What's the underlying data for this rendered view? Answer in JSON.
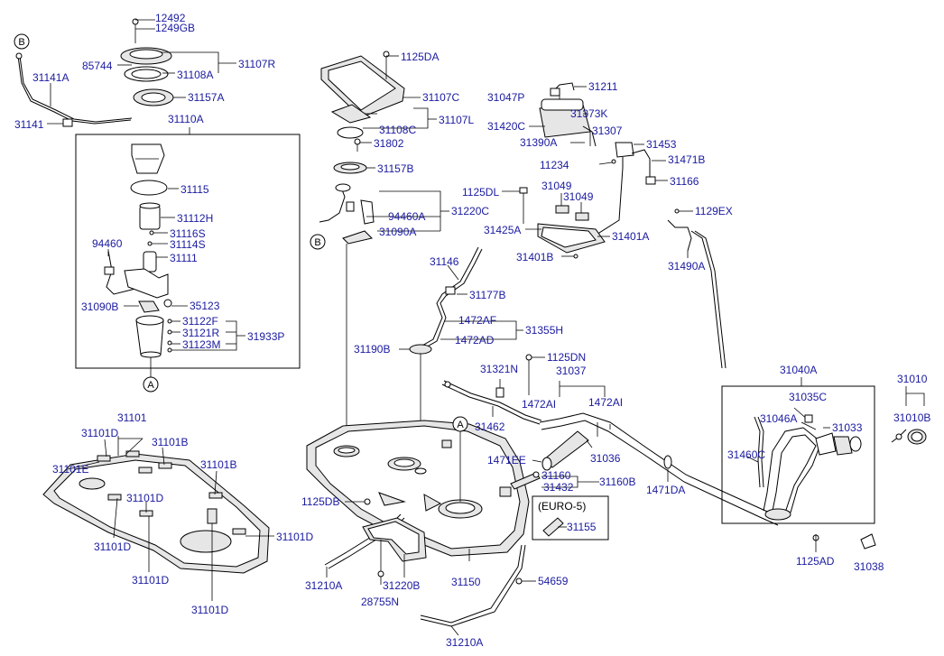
{
  "labels": {
    "p12492": "12492",
    "p1249GB": "1249GB",
    "p85744": "85744",
    "p31108A": "31108A",
    "p31107R": "31107R",
    "p31141A": "31141A",
    "p31157A": "31157A",
    "p31141": "31141",
    "p31110A": "31110A",
    "p31115": "31115",
    "p31112H": "31112H",
    "p31116S": "31116S",
    "p31114S": "31114S",
    "p94460": "94460",
    "p31111": "31111",
    "p35123": "35123",
    "p31090B": "31090B",
    "p31122F": "31122F",
    "p31121R": "31121R",
    "p31933P": "31933P",
    "p31123M": "31123M",
    "p1125DA": "1125DA",
    "p31107C": "31107C",
    "p31108C": "31108C",
    "p31107L": "31107L",
    "p31802": "31802",
    "p31157B": "31157B",
    "p1125DL": "1125DL",
    "p94460A": "94460A",
    "p31220C": "31220C",
    "p31090A": "31090A",
    "p31146": "31146",
    "p31177B": "31177B",
    "p1472AF": "1472AF",
    "p31355H": "31355H",
    "p1472AD": "1472AD",
    "p31190B": "31190B",
    "p31047P": "31047P",
    "p31211": "31211",
    "p31373K": "31373K",
    "p31420C": "31420C",
    "p31307": "31307",
    "p31390A": "31390A",
    "p31453": "31453",
    "p11234": "11234",
    "p31471B": "31471B",
    "p31166": "31166",
    "p31049a": "31049",
    "p31049b": "31049",
    "p1129EX": "1129EX",
    "p31425A": "31425A",
    "p31401A": "31401A",
    "p31401B": "31401B",
    "p31490A": "31490A",
    "p1125DN": "1125DN",
    "p31321N": "31321N",
    "p31037": "31037",
    "p1472AIa": "1472AI",
    "p1472AIb": "1472AI",
    "p31462": "31462",
    "p31036": "31036",
    "p1471EE": "1471EE",
    "p31160": "31160",
    "p31432": "31432",
    "p31160B": "31160B",
    "p1471DA": "1471DA",
    "p31155": "31155",
    "p31040A": "31040A",
    "p31035C": "31035C",
    "p31046A": "31046A",
    "p31033": "31033",
    "p31460C": "31460C",
    "p31010": "31010",
    "p31010B": "31010B",
    "p1125AD": "1125AD",
    "p31038": "31038",
    "p31101top": "31101",
    "p31101Da": "31101D",
    "p31101B1": "31101B",
    "p31101E": "31101E",
    "p31101B2": "31101B",
    "p31101Db": "31101D",
    "p31101Dc": "31101D",
    "p31101Dd": "31101D",
    "p31101De": "31101D",
    "p31101Df": "31101D",
    "p1125DB": "1125DB",
    "p31210Aa": "31210A",
    "p31220B": "31220B",
    "p31150": "31150",
    "p54659": "54659",
    "p28755N": "28755N",
    "p31210Ab": "31210A"
  },
  "markers": {
    "B1": "B",
    "B2": "B",
    "A1": "A",
    "A2": "A"
  },
  "euro_note": "(EURO-5)"
}
